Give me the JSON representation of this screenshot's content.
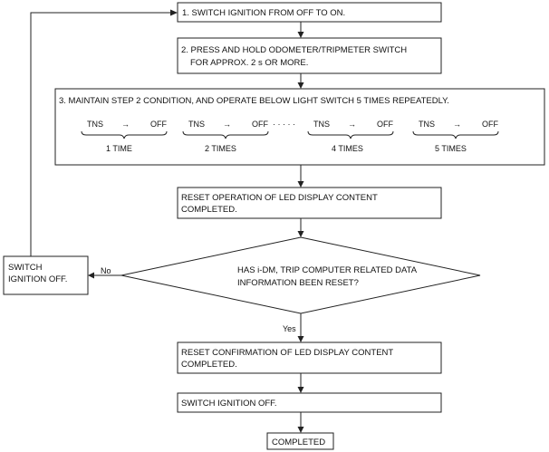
{
  "step1": "1. SWITCH IGNITION FROM OFF TO ON.",
  "step2": {
    "line1": "2.  PRESS AND HOLD ODOMETER/TRIPMETER SWITCH",
    "line2": "FOR APPROX. 2 s OR MORE."
  },
  "step3": {
    "title": "3. MAINTAIN STEP 2 CONDITION, AND OPERATE BELOW LIGHT SWITCH 5 TIMES REPEATEDLY.",
    "from": "TNS",
    "arrow": "→",
    "to": "OFF",
    "ellipsis": "· · · · ·",
    "times": [
      "1 TIME",
      "2 TIMES",
      "4 TIMES",
      "5 TIMES"
    ]
  },
  "reset_op": {
    "line1": "RESET OPERATION OF LED DISPLAY CONTENT",
    "line2": "COMPLETED."
  },
  "decision": {
    "line1": "HAS i-DM, TRIP COMPUTER RELATED DATA",
    "line2": "INFORMATION BEEN RESET?",
    "no": "No",
    "yes": "Yes"
  },
  "switch_off_left": {
    "line1": "SWITCH",
    "line2": "IGNITION OFF."
  },
  "reset_confirm": {
    "line1": "RESET CONFIRMATION OF LED DISPLAY CONTENT",
    "line2": "COMPLETED."
  },
  "switch_off": "SWITCH IGNITION OFF.",
  "completed": "COMPLETED"
}
